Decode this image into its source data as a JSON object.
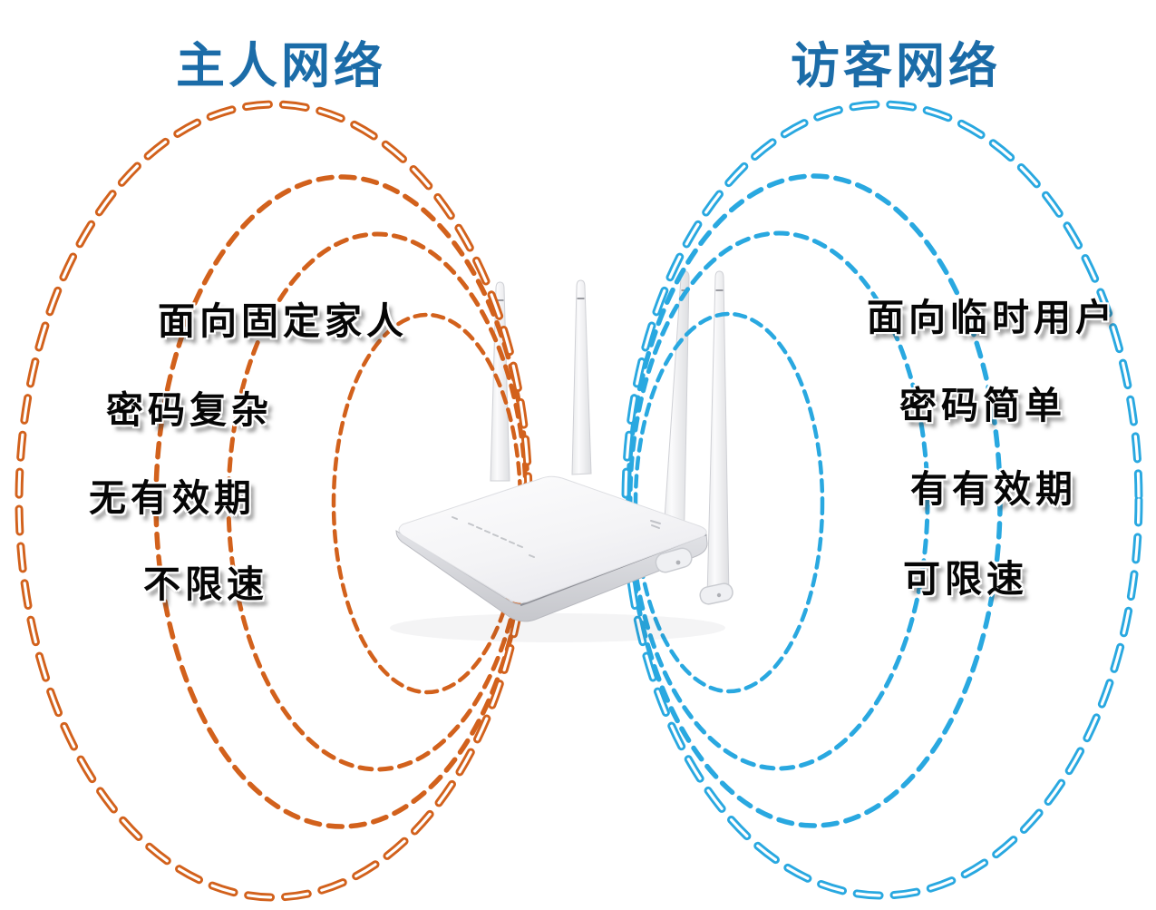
{
  "diagram": {
    "host_network": {
      "title": "主人网络",
      "color": "#d2611c",
      "features": [
        "面向固定家人",
        "密码复杂",
        "无有效期",
        "不限速"
      ]
    },
    "guest_network": {
      "title": "访客网络",
      "color": "#29a8e0",
      "features": [
        "面向临时用户",
        "密码简单",
        "有有效期",
        "可限速"
      ]
    },
    "title_color": "#1b6ca8",
    "router": {
      "antenna_count": 4
    }
  }
}
